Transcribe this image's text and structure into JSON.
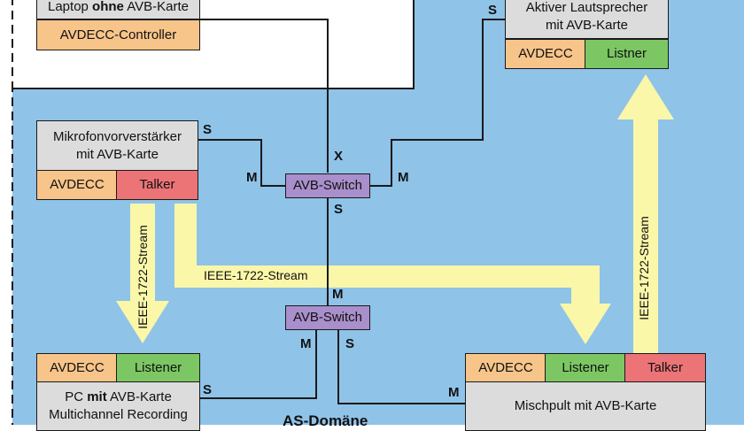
{
  "colors": {
    "domain_bg": "#8fc3e8",
    "stream_arrow": "#fbf7a9",
    "avdecc": "#f7c48a",
    "talker": "#ec7476",
    "listener": "#7cc763",
    "switch": "#a98fcb",
    "device": "#dcdcdc"
  },
  "laptop": {
    "title_pre": "Laptop ",
    "title_bold": "ohne",
    "title_post": " AVB-Karte",
    "role": "AVDECC-Controller"
  },
  "speaker": {
    "title": "Aktiver Lautsprecher\nmit AVB-Karte",
    "avdecc": "AVDECC",
    "role": "Listner"
  },
  "mic": {
    "title": "Mikrofonvorverstärker\nmit AVB-Karte",
    "avdecc": "AVDECC",
    "role": "Talker"
  },
  "pc": {
    "avdecc": "AVDECC",
    "role": "Listener",
    "title_pre": "PC ",
    "title_bold": "mit",
    "title_post": " AVB-Karte",
    "title_line2": "Multichannel Recording"
  },
  "mixer": {
    "avdecc": "AVDECC",
    "role1": "Listener",
    "role2": "Talker",
    "title": "Mischpult mit AVB-Karte"
  },
  "switches": {
    "top": "AVB-Switch",
    "bottom": "AVB-Switch"
  },
  "port_labels": {
    "speaker_s": "S",
    "mic_s": "S",
    "sw1_m_left": "M",
    "sw1_x": "X",
    "sw1_m_right": "M",
    "sw1_s": "S",
    "sw2_m_top": "M",
    "sw2_m": "M",
    "sw2_s": "S",
    "pc_s": "S",
    "mixer_m": "M"
  },
  "streams": {
    "left": "IEEE-1722-Stream",
    "middle": "IEEE-1722-Stream",
    "right": "IEEE-1722-Stream"
  },
  "domain_label": "AS-Domäne"
}
